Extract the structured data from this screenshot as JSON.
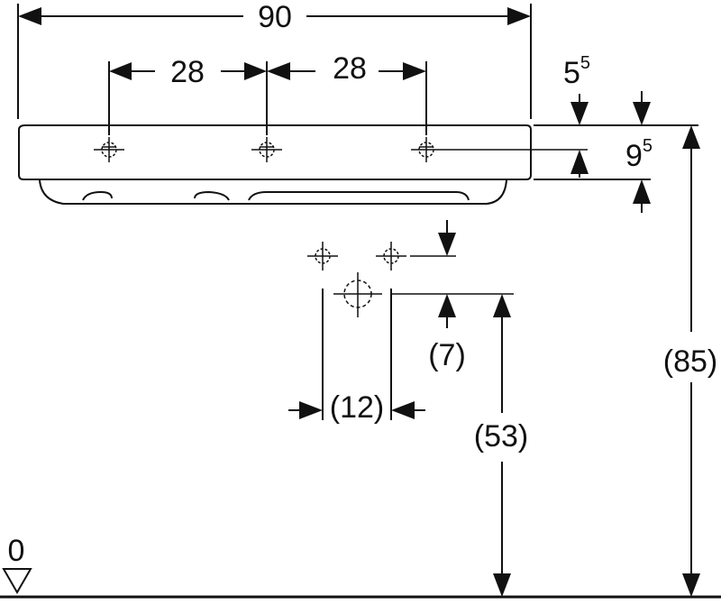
{
  "dimensions": {
    "overall_width": "90",
    "tap_spacing_left": "28",
    "tap_spacing_right": "28",
    "rim_offset": "5",
    "rim_offset_sup": "5",
    "basin_thickness": "9",
    "basin_thickness_sup": "5",
    "drain_offset": "(7)",
    "drain_spacing": "(12)",
    "drain_height": "(53)",
    "basin_height": "(85)",
    "floor_level": "0"
  },
  "colors": {
    "line": "#111111",
    "background": "#ffffff"
  }
}
